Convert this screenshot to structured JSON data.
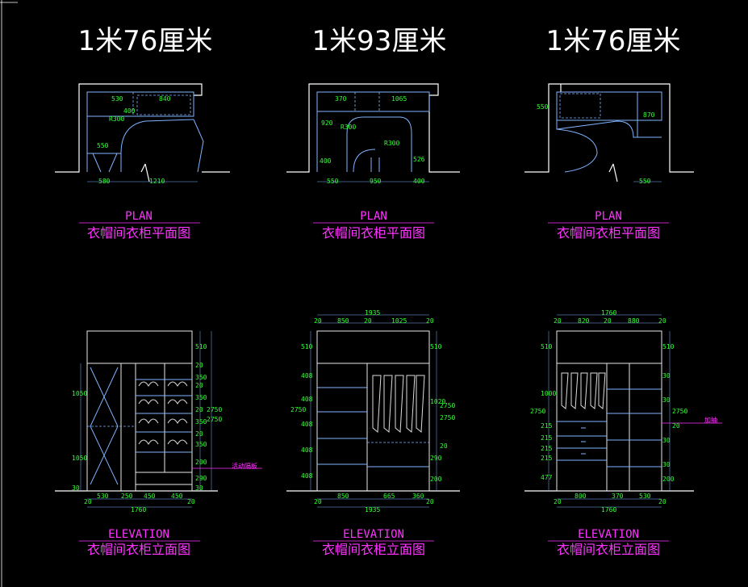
{
  "titles": [
    "1米76厘米",
    "1米93厘米",
    "1米76厘米"
  ],
  "plan_label_en": "PLAN",
  "plan_label_cn": "衣帽间衣柜平面图",
  "elev_label_en": "ELEVATION",
  "elev_label_cn": "衣帽间衣柜立面图",
  "plan1": {
    "dims": [
      "530",
      "840",
      "400",
      "R300",
      "550",
      "580",
      "1210"
    ]
  },
  "plan2": {
    "dims": [
      "370",
      "1065",
      "920",
      "R300",
      "R300",
      "400",
      "526",
      "550",
      "950",
      "400"
    ]
  },
  "plan3": {
    "dims": [
      "550",
      "870",
      "550"
    ]
  },
  "elev1": {
    "top": "1760",
    "right": [
      "510",
      "20",
      "350",
      "20",
      "350",
      "20",
      "350",
      "20",
      "350",
      "200",
      "290",
      "30",
      "2750",
      "2750"
    ],
    "left": [
      "1050",
      "1050",
      "30"
    ],
    "bottom": [
      "20",
      "530",
      "250",
      "450",
      "450",
      "20"
    ],
    "note": "活动隔板"
  },
  "elev2": {
    "top": "1935",
    "top_parts": [
      "20",
      "850",
      "20",
      "1025",
      "20"
    ],
    "left": [
      "510",
      "408",
      "408",
      "408",
      "408",
      "408",
      "2750"
    ],
    "right": [
      "510",
      "2750",
      "1020",
      "20",
      "290",
      "200",
      "2750"
    ],
    "bottom": [
      "20",
      "850",
      "665",
      "360",
      "20"
    ],
    "bottom_total": "1935"
  },
  "elev3": {
    "top": "1760",
    "top_parts": [
      "20",
      "820",
      "20",
      "880",
      "20"
    ],
    "left": [
      "510",
      "1000",
      "215",
      "215",
      "215",
      "215",
      "477",
      "2750"
    ],
    "right": [
      "510",
      "30",
      "30",
      "20",
      "30",
      "30",
      "200",
      "2750"
    ],
    "bottom": [
      "20",
      "800",
      "370",
      "530",
      "20"
    ],
    "bottom_total": "1760",
    "note": "加抽"
  }
}
